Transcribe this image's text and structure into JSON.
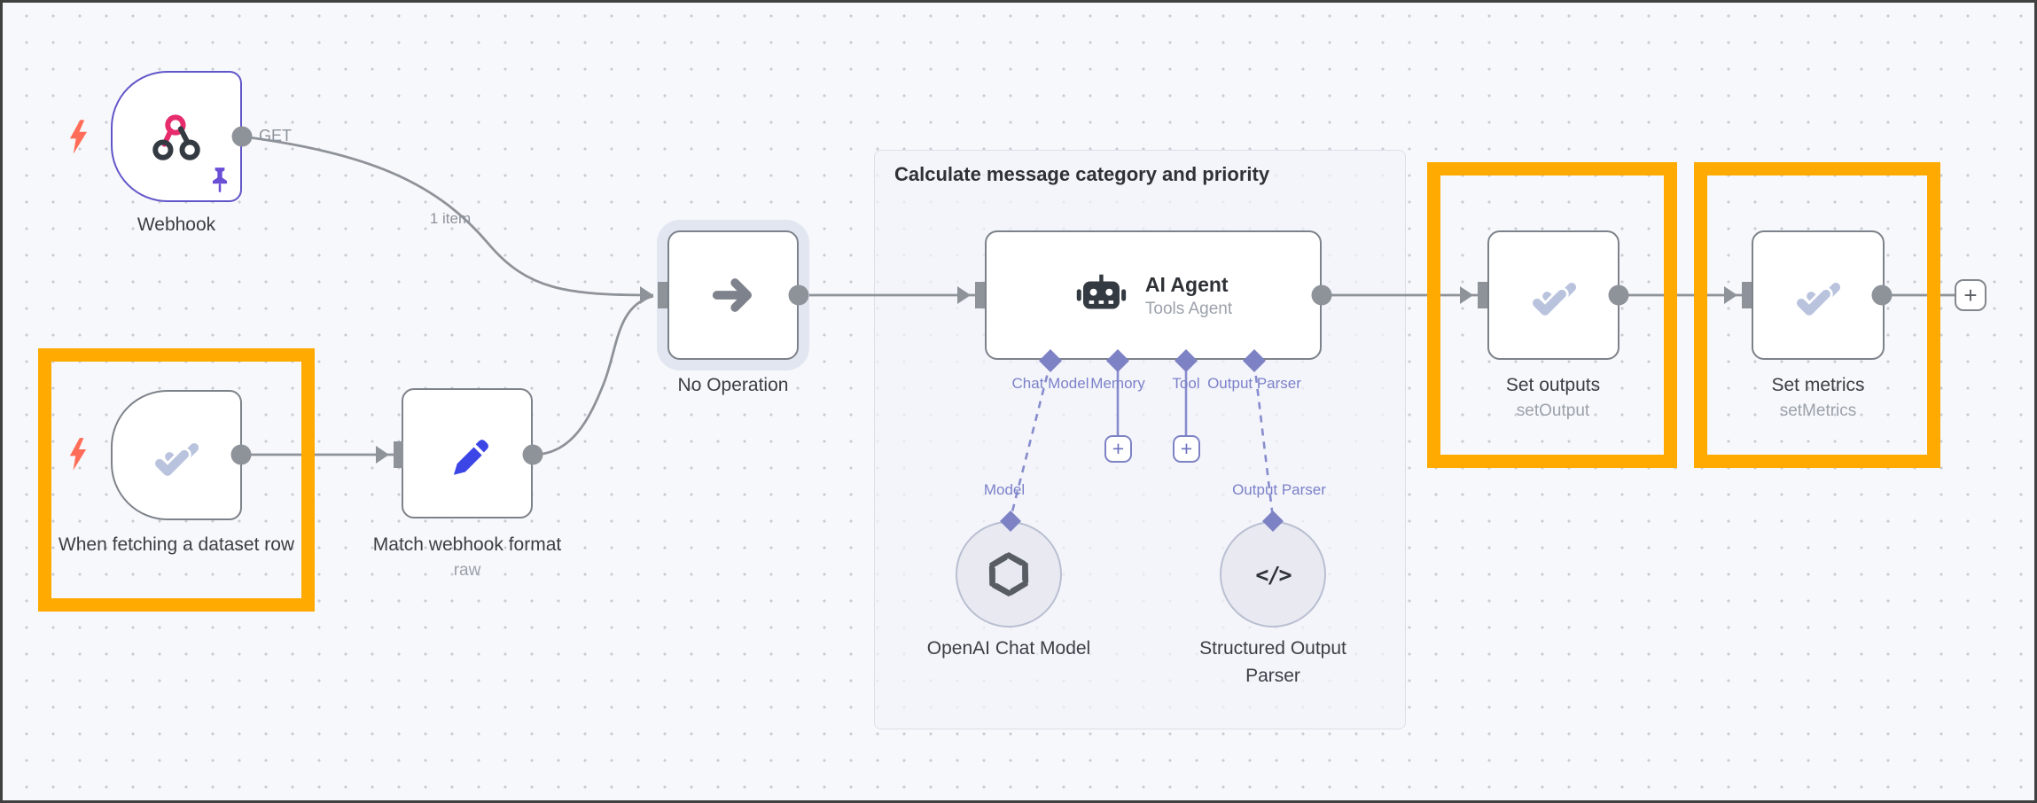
{
  "colors": {
    "highlight_orange": "#FFAA00",
    "canvas_bg": "#f7f8fb",
    "node_border_gray": "#7d828a",
    "webhook_border_indigo": "#6156c8",
    "connection_gray": "#8e9299",
    "subnode_purple": "#7d82c4",
    "check_icon_blue": "#b9c3dd",
    "pencil_icon_blue": "#3c45e5",
    "bolt_orange": "#ff6d58",
    "webhook_pink": "#e62c6d",
    "dark_icon": "#333a42"
  },
  "group": {
    "title": "Calculate message category and priority"
  },
  "edges": {
    "webhook_method": "GET",
    "webhook_item_count": "1 item"
  },
  "nodes": {
    "webhook": {
      "label": "Webhook"
    },
    "dataset_trigger": {
      "label": "When fetching a dataset row"
    },
    "match_format": {
      "label": "Match webhook format",
      "subtitle": "raw"
    },
    "no_operation": {
      "label": "No Operation"
    },
    "ai_agent": {
      "label": "AI Agent",
      "subtitle": "Tools Agent",
      "ports": {
        "chat_model": "Chat Model",
        "memory": "Memory",
        "tool": "Tool",
        "output_parser": "Output Parser"
      }
    },
    "openai_chat_model": {
      "label": "OpenAI Chat Model",
      "port_label": "Model"
    },
    "structured_output_parser": {
      "label": "Structured Output Parser",
      "port_label": "Output Parser"
    },
    "set_outputs": {
      "label": "Set outputs",
      "subtitle": "setOutput"
    },
    "set_metrics": {
      "label": "Set metrics",
      "subtitle": "setMetrics"
    }
  },
  "buttons": {
    "add_node_plus": "+",
    "add_memory_plus": "+",
    "add_tool_plus": "+"
  }
}
